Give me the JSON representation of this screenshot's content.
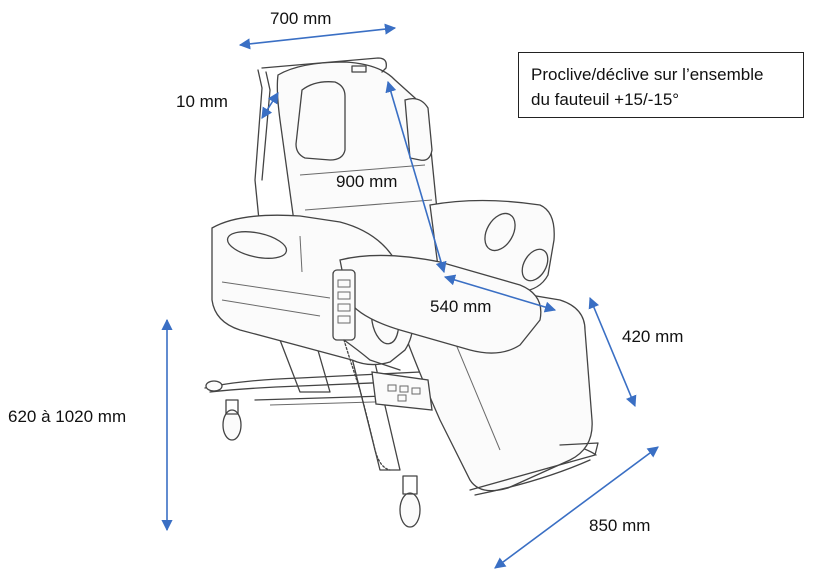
{
  "labels": {
    "width_top": "700 mm",
    "rail_thickness": "10 mm",
    "backrest_length": "900 mm",
    "seat_width": "540 mm",
    "seat_depth": "420 mm",
    "height_range": "620 à 1020 mm",
    "total_length": "850 mm"
  },
  "note": {
    "line1": "Proclive/déclive sur l’ensemble",
    "line2": "du fauteuil +15/-15°"
  },
  "colors": {
    "arrow": "#3a6fc4",
    "outline": "#444444"
  }
}
